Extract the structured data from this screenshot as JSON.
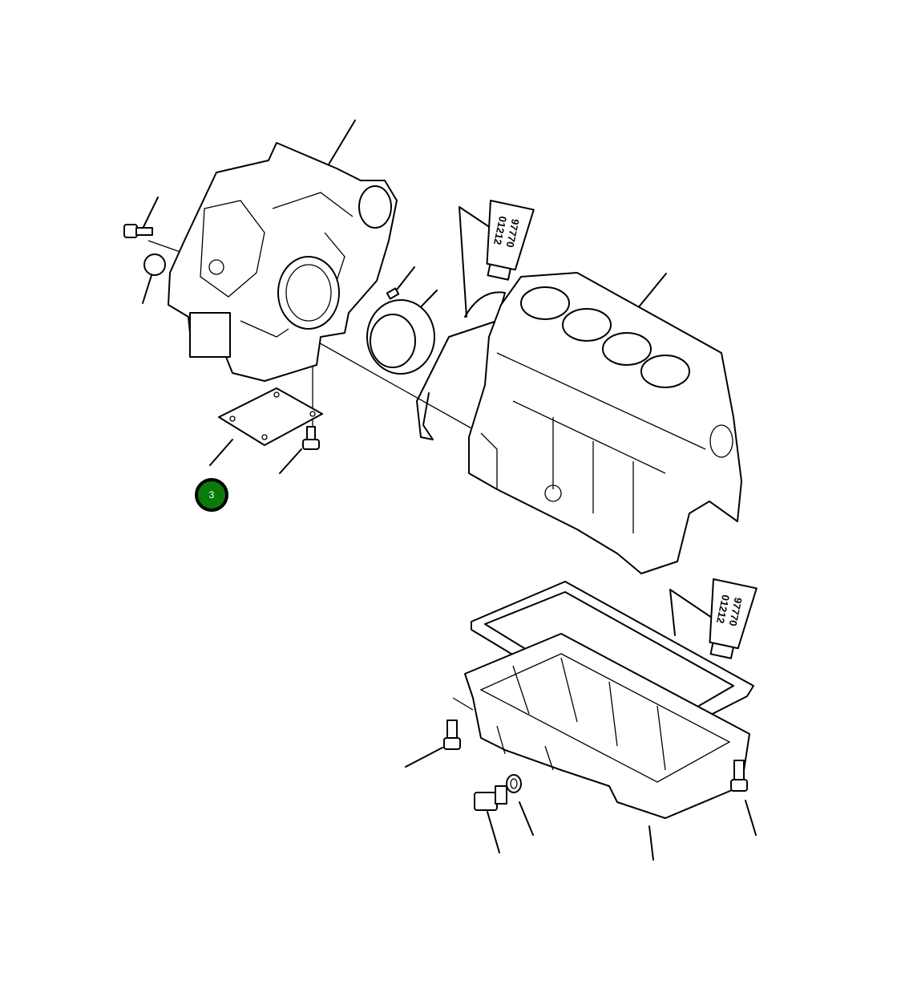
{
  "diagram": {
    "sealant_tube_label_line1": "97770",
    "sealant_tube_label_line2": "01212",
    "callout_badge": {
      "label": "3",
      "color": "#0a7a0a"
    }
  }
}
